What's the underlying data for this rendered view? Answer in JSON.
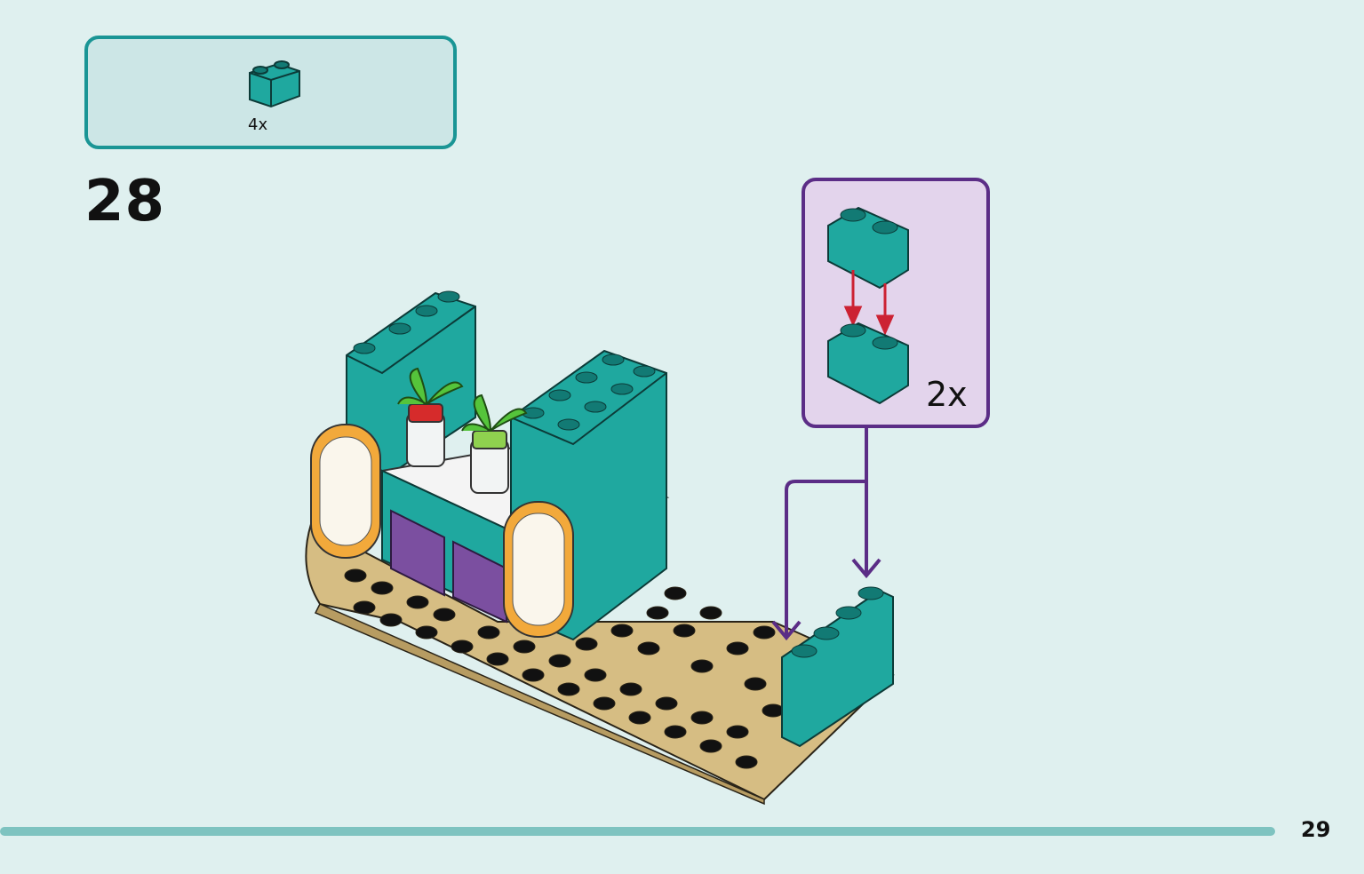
{
  "parts_list": {
    "items": [
      {
        "icon": "teal-round-brick-1x2-icon",
        "quantity": "4x"
      }
    ],
    "border_color": "#1a9595",
    "background": "#cce6e6"
  },
  "step": {
    "number": "28"
  },
  "callout": {
    "quantity": "2x",
    "border_color": "#5b2d86",
    "background": "#e3d4ec",
    "arrow_color": "#cc2233"
  },
  "page": {
    "number": "29",
    "bar_color": "#7ec3c0",
    "background": "#dff0ef"
  },
  "illustration": {
    "brick_color": "#1fa89f",
    "plate_color": "#d6bd83",
    "sign_color": "#f2a93b",
    "plant_color": "#55c43b"
  }
}
